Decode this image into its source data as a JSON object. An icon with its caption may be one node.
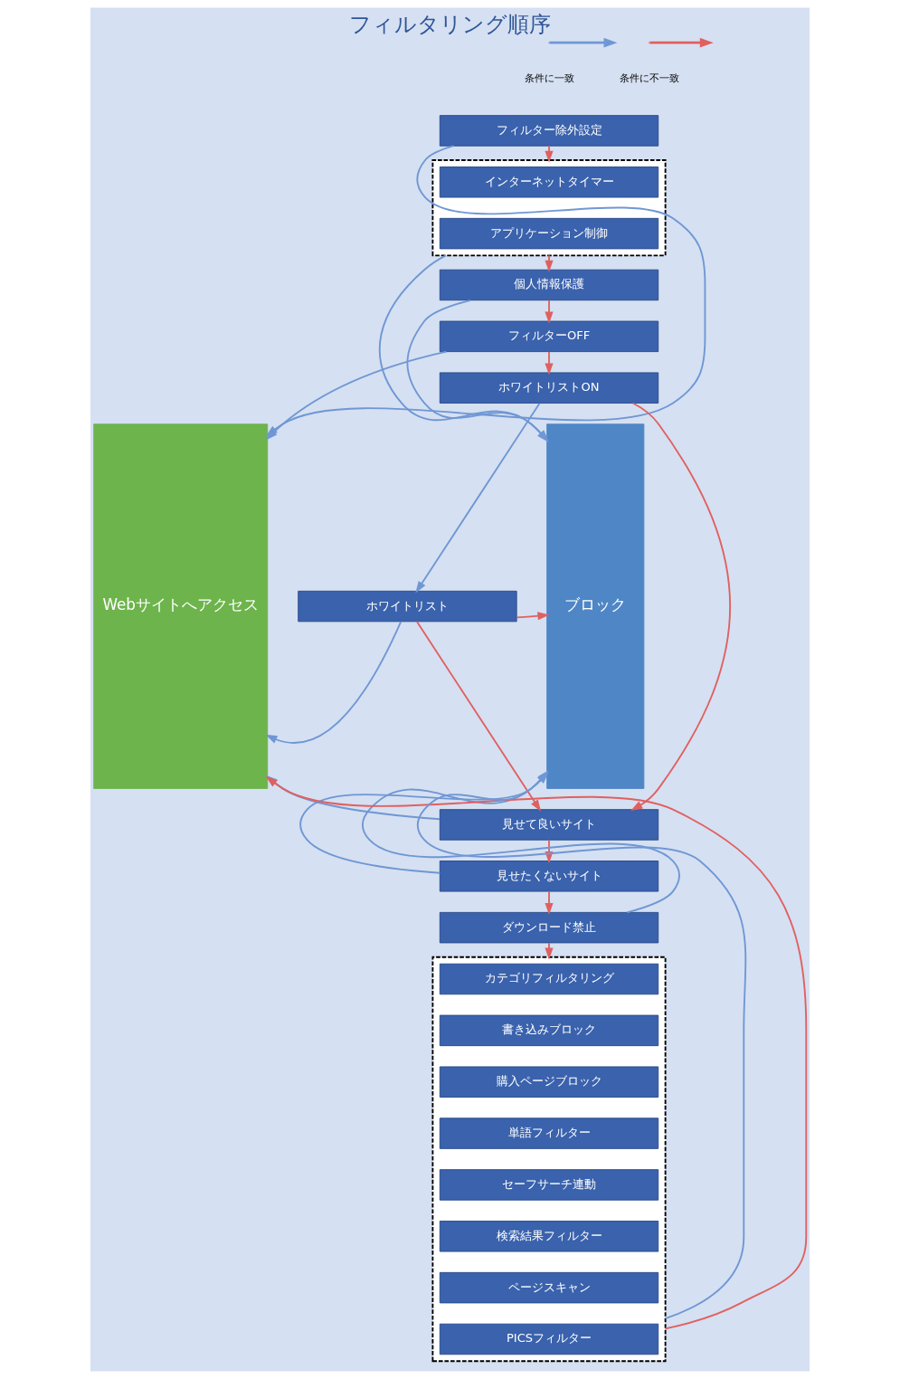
{
  "diagram": {
    "title": "フィルタリング順序",
    "nodes": [
      {
        "text": [
          "Webサイトへアクセス"
        ]
      },
      {
        "text": [
          "ブロック"
        ]
      },
      {
        "text": [
          "フィルター除外設定"
        ]
      },
      {
        "text": [],
        "shape": "box"
      },
      {
        "text": [
          "インターネットタイマー"
        ],
        "in": 3
      },
      {
        "text": [
          "アプリケーション制御"
        ],
        "in": 3
      },
      {
        "text": [
          "個人情報保護"
        ]
      },
      {
        "text": [
          "フィルターOFF"
        ]
      },
      {
        "text": [
          "ホワイトリストON"
        ]
      },
      {
        "text": [
          "ホワイトリスト"
        ]
      },
      {
        "text": [
          "見せて良いサイト"
        ]
      },
      {
        "text": [
          "見せたくないサイト"
        ]
      },
      {
        "text": [
          "ダウンロード禁止"
        ]
      },
      {
        "text": [],
        "shape": "box"
      },
      {
        "text": [
          "カテゴリフィルタリング"
        ],
        "in": 13
      },
      {
        "text": [
          "書き込みブロック"
        ],
        "in": 13
      },
      {
        "text": [
          "購入ページブロック"
        ],
        "in": 13
      },
      {
        "text": [
          "単語フィルター"
        ],
        "in": 13
      },
      {
        "text": [
          "セーフサーチ連動"
        ],
        "in": 13
      },
      {
        "text": [
          "検索結果フィルター"
        ],
        "in": 13
      },
      {
        "text": [
          "ページスキャン"
        ],
        "in": 13
      },
      {
        "text": [
          "PICSフィルター"
        ],
        "in": 13
      }
    ],
    "edges": [
      {
        "from": 2,
        "to": 0,
        "arrow": "to",
        "color": "#6f97d4"
      },
      {
        "from": 2,
        "to": 3,
        "arrow": "to"
      },
      {
        "from": 3,
        "to": 1,
        "arrow": "to",
        "color": "#6f97d4"
      },
      {
        "from": 3,
        "to": 6,
        "arrow": "to"
      },
      {
        "from": 6,
        "to": 1,
        "arrow": "to",
        "color": "#6f97d4"
      },
      {
        "from": 6,
        "to": 7,
        "arrow": "to"
      },
      {
        "from": 7,
        "to": 0,
        "arrow": "to",
        "color": "#6f97d4"
      },
      {
        "from": 7,
        "to": 8,
        "arrow": "to"
      },
      {
        "from": 8,
        "to": 9,
        "arrow": "to",
        "color": "#6f97d4"
      },
      {
        "from": 8,
        "to": 10,
        "arrow": "to"
      },
      {
        "from": 9,
        "to": 0,
        "arrow": "to",
        "color": "#6f97d4"
      },
      {
        "from": 9,
        "to": 1,
        "arrow": "to"
      },
      {
        "from": 9,
        "to": 10,
        "arrow": "to"
      },
      {
        "from": 10,
        "to": 0,
        "arrow": "to",
        "color": "#6f97d4"
      },
      {
        "from": 10,
        "to": 11,
        "arrow": "to"
      },
      {
        "from": 11,
        "to": 1,
        "arrow": "to",
        "color": "#6f97d4"
      },
      {
        "from": 11,
        "to": 12,
        "arrow": "to"
      },
      {
        "from": 12,
        "to": 1,
        "arrow": "to",
        "color": "#6f97d4"
      },
      {
        "from": 12,
        "to": 13,
        "arrow": "to"
      },
      {
        "from": 13,
        "to": 0,
        "arrow": "to"
      },
      {
        "from": 13,
        "to": 1,
        "arrow": "to",
        "color": "#6f97d4"
      }
    ],
    "legend": [
      {
        "text": "条件に一致"
      },
      {
        "text": "条件に不一致"
      }
    ]
  }
}
